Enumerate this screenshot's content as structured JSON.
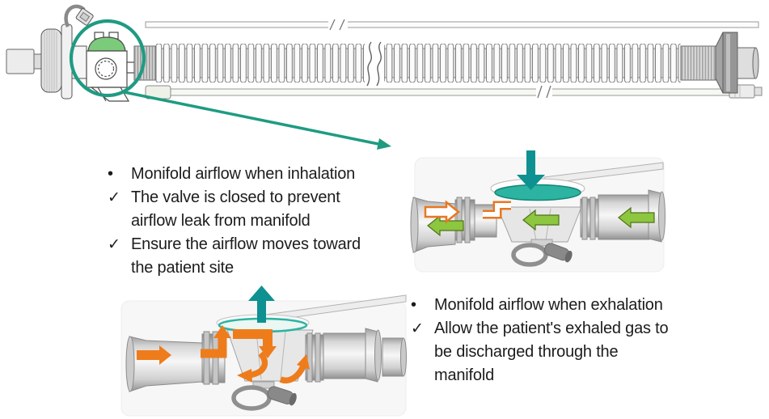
{
  "icons": {
    "bullet": "•",
    "check": "✓"
  },
  "colors": {
    "callout_teal": "#1f9b82",
    "flow_teal": "#0e9190",
    "disc_teal": "#2cb3a2",
    "cap_green": "#7ccb7c",
    "flow_green": "#8dc63f",
    "flow_orange": "#ee7c1b",
    "outline_orange": "#e87722"
  },
  "inhalation": {
    "title": "Monifold airflow when inhalation",
    "checks": [
      {
        "lines": [
          "The valve is closed to prevent",
          "airflow leak from manifold"
        ]
      },
      {
        "lines": [
          "Ensure the airflow moves toward",
          "the patient site"
        ]
      }
    ]
  },
  "exhalation": {
    "title": "Monifold airflow when exhalation",
    "checks": [
      {
        "lines": [
          "Allow the patient's exhaled gas to",
          "be discharged through the",
          "manifold"
        ]
      }
    ]
  }
}
